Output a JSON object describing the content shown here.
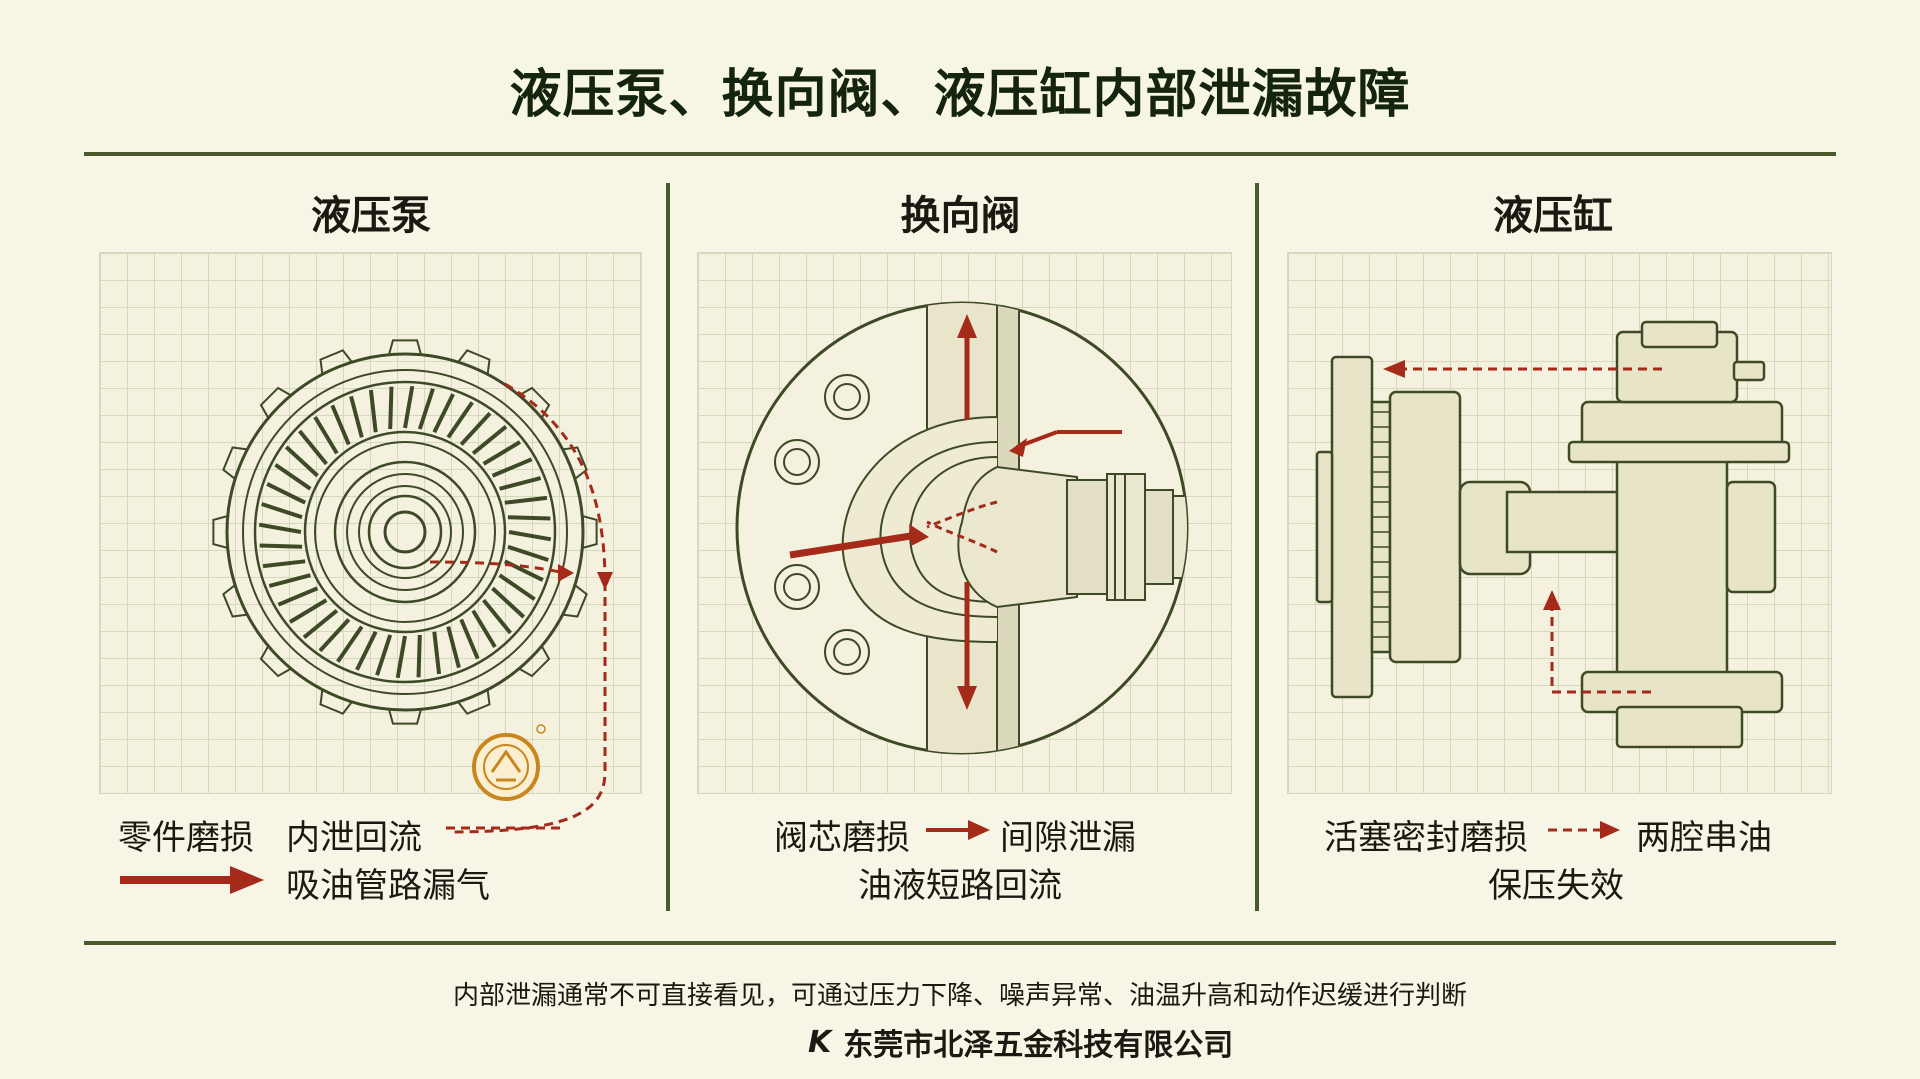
{
  "title": "液压泵、换向阀、液压缸内部泄漏故障",
  "panels": {
    "pump": {
      "heading": "液压泵",
      "label_1": "零件磨损",
      "label_2": "内泄回流",
      "label_3": "吸油管路漏气"
    },
    "valve": {
      "heading": "换向阀",
      "label_1": "阀芯磨损",
      "label_2": "间隙泄漏",
      "label_3": "油液短路回流"
    },
    "cylinder": {
      "heading": "液压缸",
      "label_1": "活塞密封磨损",
      "label_2": "两腔串油",
      "label_3": "保压失效"
    }
  },
  "footer": {
    "note": "内部泄漏通常不可直接看见，可通过压力下降、噪声异常、油温升高和动作迟缓进行判断",
    "logo_text": "K",
    "company": "东莞市北泽五金科技有限公司"
  },
  "colors": {
    "background": "#f7f5e6",
    "line": "#4a5a2a",
    "arrow_red": "#a52a1a",
    "ink": "#3e4a26",
    "seal": "#c8861e"
  }
}
